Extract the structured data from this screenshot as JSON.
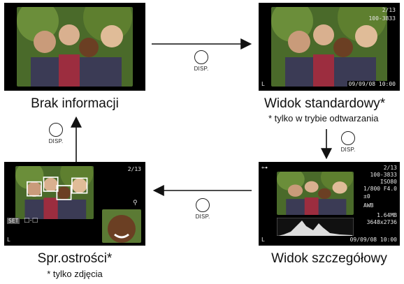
{
  "panels": {
    "top_left": {
      "caption": "Brak informacji"
    },
    "top_right": {
      "caption": "Widok standardowy*",
      "note": "* tylko w trybie odtwarzania",
      "osd": {
        "counter": "2/13",
        "folder": "100-3833",
        "datetime": "09/09/08 10:00",
        "quality": "L"
      }
    },
    "bottom_right": {
      "caption": "Widok szczegółowy",
      "osd": {
        "counter": "2/13",
        "folder": "100-3833",
        "iso": "ISO80",
        "shutter": "1/800",
        "aperture": "F4.0",
        "exposure": "±0",
        "awb": "AWB",
        "filesize": "1.64MB",
        "resolution": "3648x2736",
        "datetime": "09/09/08 10:00",
        "quality": "L"
      }
    },
    "bottom_left": {
      "caption": "Spr.ostrości*",
      "note": "* tylko zdjęcia",
      "osd": {
        "counter": "2/13",
        "set_label": "SET",
        "quality": "L"
      }
    }
  },
  "buttons": {
    "disp_top": "DISP.",
    "disp_right": "DISP.",
    "disp_bottom": "DISP.",
    "disp_left": "DISP."
  },
  "colors": {
    "screen": "#000000",
    "osd_text": "#e8e8e8",
    "face_box": "#ffffff"
  }
}
